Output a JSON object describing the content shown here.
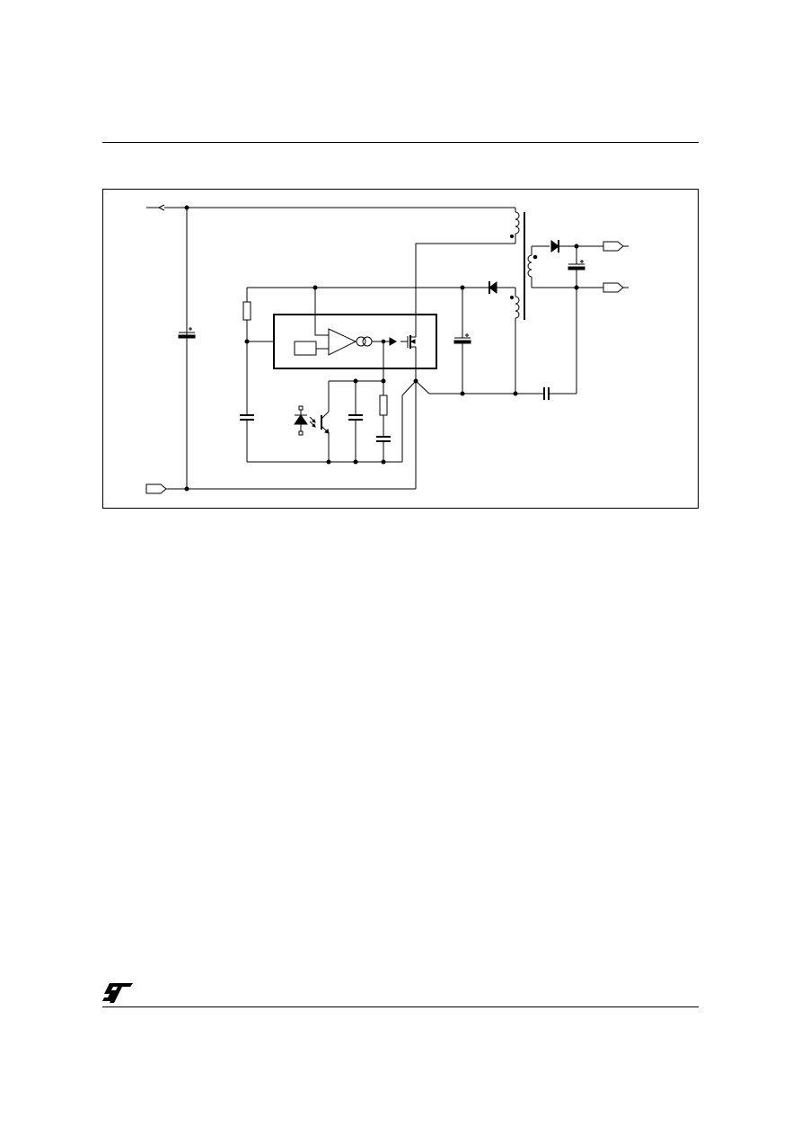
{
  "page": {
    "logo": {
      "icon": "st-logo-icon",
      "text": "ST"
    }
  },
  "figure": {
    "type": "circuit-schematic",
    "description_visible_text": "",
    "components": {
      "input_terminals": 2,
      "output_terminals": 2,
      "transformer_windings": 3,
      "diodes": 2,
      "electrolytic_capacitors": 3,
      "ceramic_capacitors": 4,
      "resistors": 2,
      "optocoupler": 1,
      "ic_block": 1
    }
  }
}
